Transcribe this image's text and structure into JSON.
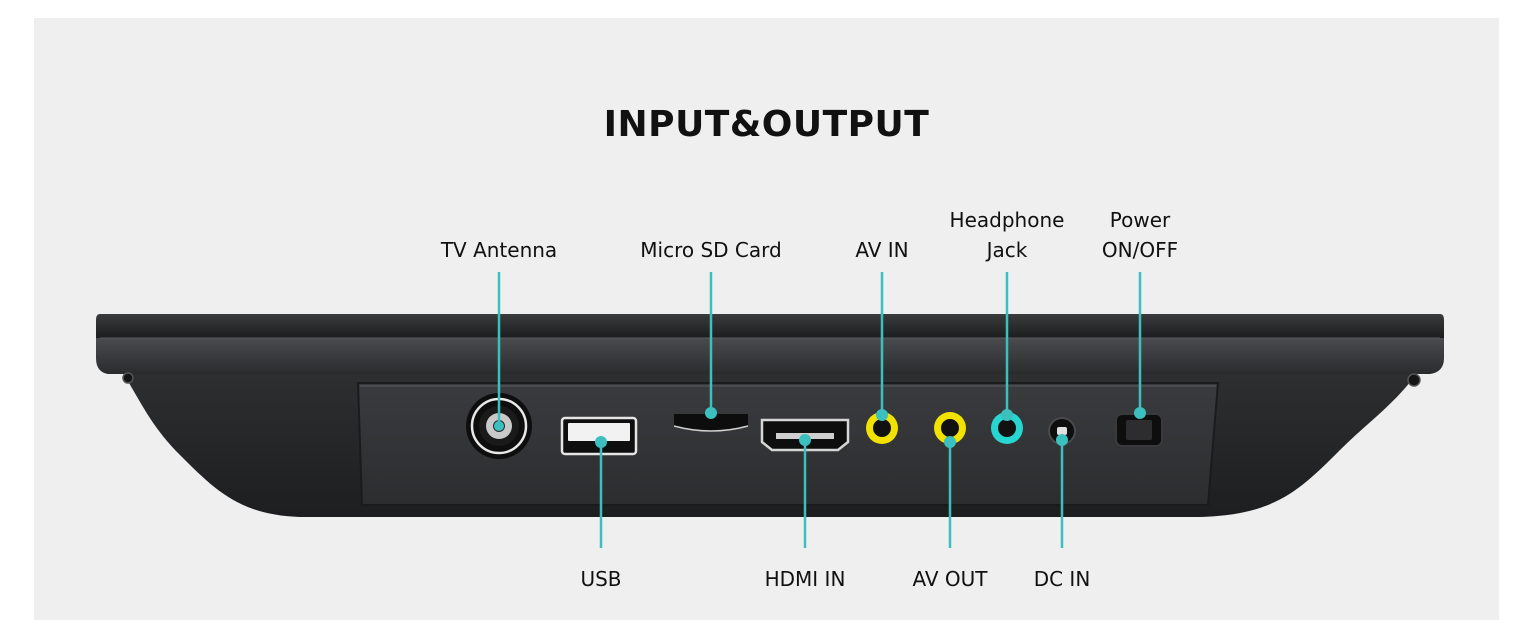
{
  "title": "INPUT&OUTPUT",
  "accent_color": "#3bbfbf",
  "labels_top": {
    "tv_antenna": "TV Antenna",
    "micro_sd": "Micro SD Card",
    "av_in": "AV IN",
    "headphone_line1": "Headphone",
    "headphone_line2": "Jack",
    "power_line1": "Power",
    "power_line2": "ON/OFF"
  },
  "labels_bottom": {
    "usb": "USB",
    "hdmi_in": "HDMI IN",
    "av_out": "AV OUT",
    "dc_in": "DC IN"
  },
  "port_colors": {
    "av_in": "#f2e200",
    "av_out": "#f2e200",
    "headphone": "#27d6d0"
  }
}
